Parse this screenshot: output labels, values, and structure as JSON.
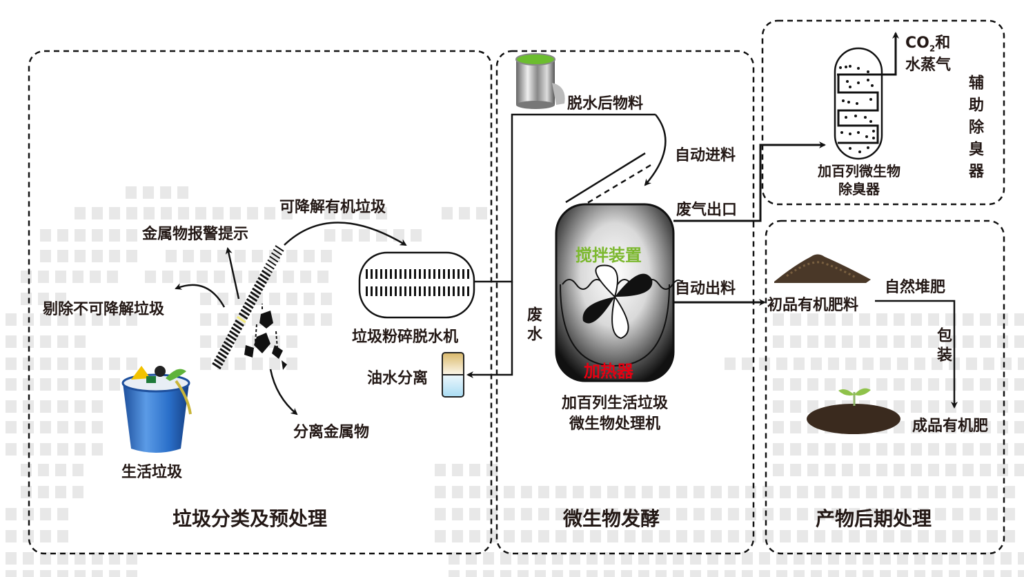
{
  "sections": {
    "pretreatment": "垃圾分类及预处理",
    "fermentation": "微生物发酵",
    "post_processing": "产物后期处理",
    "deodorizer_section": "辅助除臭器"
  },
  "pretreatment": {
    "household_waste": "生活垃圾",
    "remove_nondegradable": "剔除不可降解垃圾",
    "metal_alarm": "金属物报警提示",
    "degradable_organic": "可降解有机垃圾",
    "separate_metal": "分离金属物",
    "crusher_dehydrator": "垃圾粉碎脱水机",
    "oil_water_separation": "油水分离"
  },
  "fermentation": {
    "dehydrated_material": "脱水后物料",
    "wastewater": "废水",
    "auto_feed": "自动进料",
    "exhaust_outlet": "废气出口",
    "auto_discharge": "自动出料",
    "stirring_device": "搅拌装置",
    "heater": "加热器",
    "machine_name_line1": "加百列生活垃圾",
    "machine_name_line2": "微生物处理机"
  },
  "deodorizer": {
    "output_line1_prefix": "CO",
    "output_line1_sub": "2",
    "output_line1_suffix": "和",
    "output_line2": "水蒸气",
    "name_line1": "加百列微生物",
    "name_line2": "除臭器"
  },
  "post_processing": {
    "raw_fertilizer": "初品有机肥料",
    "natural_composting": "自然堆肥",
    "packaging": "包装",
    "finished_fertilizer": "成品有机肥"
  },
  "colors": {
    "green_label": "#7cb82f",
    "red_label": "#e60012",
    "bin_blue": "#2a6fc9",
    "oil": "#d9b86a",
    "water": "#bfe3f5",
    "grid_gray": "#e8e8e8"
  }
}
